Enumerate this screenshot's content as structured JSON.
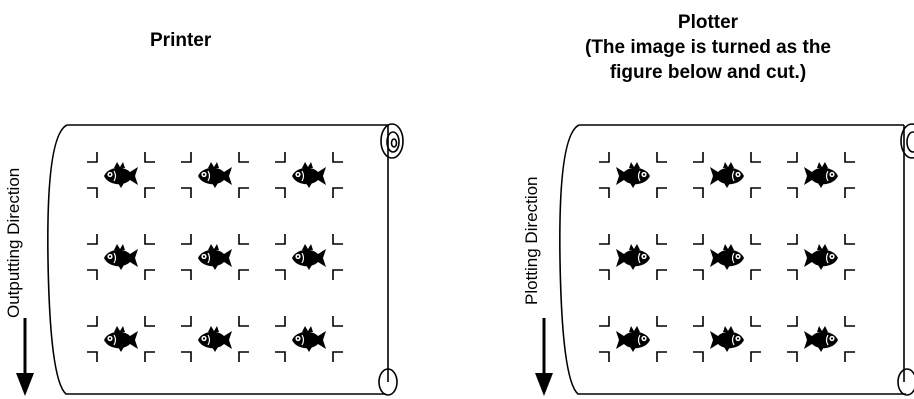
{
  "panels": {
    "printer": {
      "title": "Printer",
      "direction_label": "Outputting Direction",
      "fish_orientation": "upright",
      "fish_grid": "3x3"
    },
    "plotter": {
      "title_line1": "Plotter",
      "title_line2": "(The image is turned as the",
      "title_line3": "figure below and cut.)",
      "direction_label": "Plotting Direction",
      "fish_orientation": "mirrored",
      "fish_grid": "3x3"
    }
  },
  "colors": {
    "ink": "#000000",
    "paper": "#ffffff"
  },
  "icons": {
    "fish": "fish-icon",
    "arrow": "arrow-down-icon",
    "scroll": "paper-roll"
  }
}
